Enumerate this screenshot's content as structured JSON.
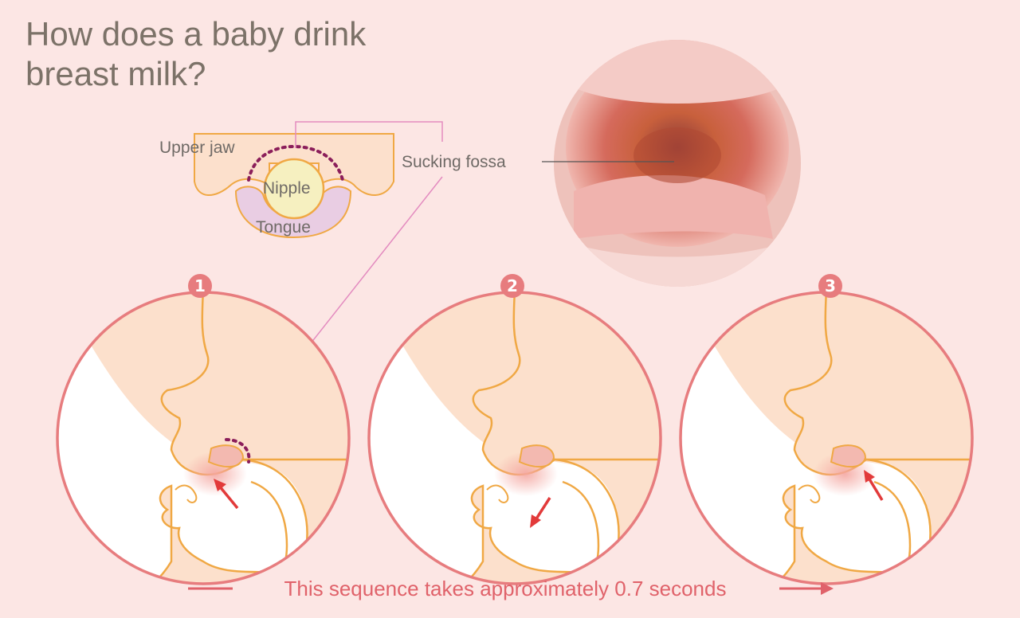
{
  "title": {
    "line1": "How does a baby drink",
    "line2": "breast milk?"
  },
  "labels": {
    "upper_jaw": "Upper jaw",
    "nipple": "Nipple",
    "tongue": "Tongue",
    "sucking_fossa": "Sucking fossa"
  },
  "steps": [
    {
      "number": "1",
      "arrow_direction": "up"
    },
    {
      "number": "2",
      "arrow_direction": "down"
    },
    {
      "number": "3",
      "arrow_direction": "up"
    }
  ],
  "footer": {
    "text": "This sequence takes approximately 0.7 seconds"
  },
  "colors": {
    "background": "#fce6e4",
    "circle_border": "#e77c7e",
    "skin": "#fce0cc",
    "outline": "#f0a844",
    "accent_pink": "#e38bbf",
    "dotted": "#8b1e5a",
    "arrow_red": "#e23a3a",
    "nipple_fill": "#f6f0c0",
    "tongue_fill": "#e9cde3",
    "title": "#7c7268"
  }
}
